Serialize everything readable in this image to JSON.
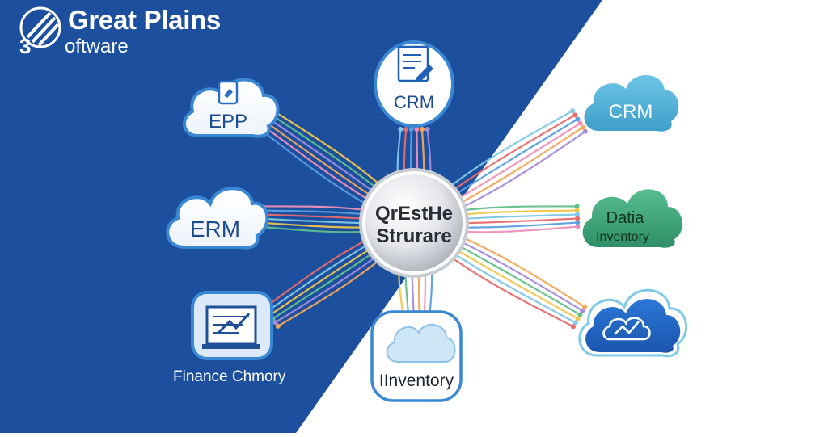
{
  "brand": {
    "logo_mark": "3",
    "title": "Great Plains",
    "subtitle": "oftware"
  },
  "hub": {
    "line1": "QrEstHe",
    "line2": "Strurare"
  },
  "nodes": {
    "epp": "EPP",
    "crm_top": "CRM",
    "erm": "ERM",
    "finance": "Finance Chmory",
    "inventory": "IInventory",
    "crm_right": "CRM",
    "datia_line1": "Datia",
    "datia_line2": "Inventory"
  },
  "colors": {
    "background_left": "#1c4f9e",
    "background_right": "#ffffff",
    "cloud_outline": "#3a87d4",
    "cloud_teal": "#4fb0d6",
    "cloud_green": "#3da37a",
    "cloud_blue": "#1f63c4",
    "hub_silver": "#e4e6ea"
  },
  "connector_colors": [
    "#5a9ee0",
    "#ef8fb9",
    "#f2a65a",
    "#a58bdc",
    "#62c08a",
    "#f0c64a",
    "#7ec8e8",
    "#e86a6a"
  ],
  "icons": [
    "stripe-logo-icon",
    "cloud-icon",
    "document-icon",
    "monitor-chart-icon",
    "cloud-chart-icon"
  ]
}
